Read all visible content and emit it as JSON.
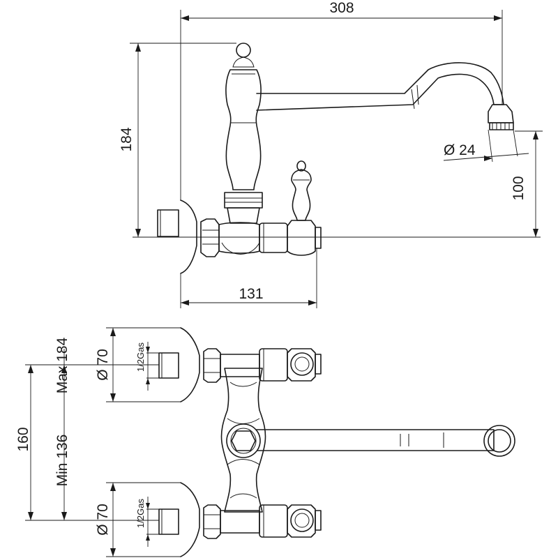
{
  "side_view": {
    "overall_width": "308",
    "height": "184",
    "spout_diameter": "Ø 24",
    "spout_height": "100",
    "wall_to_body": "131"
  },
  "top_view": {
    "upper_flange_diameter": "Ø 70",
    "upper_thread": "1/2Gas",
    "max_centers": "Max 184",
    "centers": "160",
    "min_centers": "Min 136",
    "lower_flange_diameter": "Ø 70",
    "lower_thread": "1/2Gas"
  }
}
